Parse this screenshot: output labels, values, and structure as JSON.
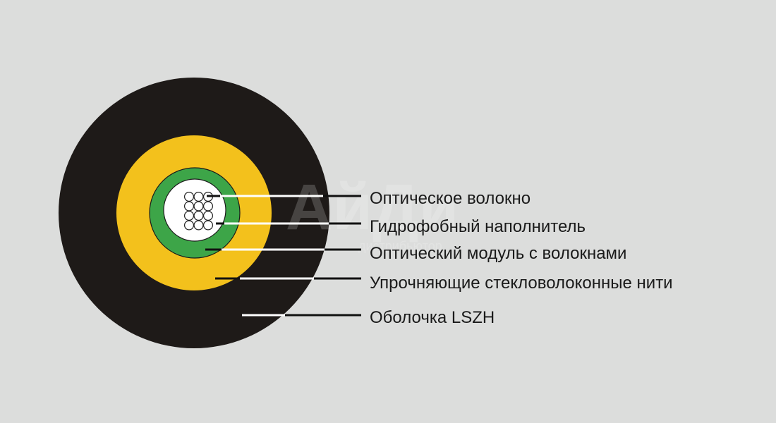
{
  "colors": {
    "background": "#dcdddc",
    "outer_sheath": "#1e1a18",
    "aramid_yarn": "#f3c11c",
    "module_tube": "#3da548",
    "gel_fill": "#ffffff",
    "fiber_stroke": "#222222",
    "leader_dark": "#111111",
    "leader_light": "#ffffff"
  },
  "watermark": {
    "brand": "АйДи",
    "tagline": "дистрибьютор"
  },
  "labels": [
    {
      "id": "optical-fiber",
      "text": "Оптическое волокно"
    },
    {
      "id": "hydrophobic-filler",
      "text": "Гидрофобный наполнитель"
    },
    {
      "id": "optical-module",
      "text": "Оптический модуль с волокнами"
    },
    {
      "id": "glass-yarn",
      "text": "Упрочняющие стекловолоконные нити"
    },
    {
      "id": "lszh-sheath",
      "text": "Оболочка LSZH"
    }
  ]
}
